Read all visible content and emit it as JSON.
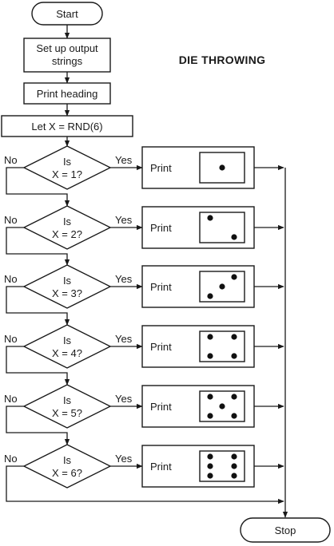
{
  "title": "DIE THROWING",
  "start": "Start",
  "stop": "Stop",
  "setup": [
    "Set up output",
    "strings"
  ],
  "heading": "Print heading",
  "let_x": "Let X = RND(6)",
  "no": "No",
  "yes": "Yes",
  "print": "Print",
  "decisions": [
    {
      "is": "Is",
      "cond": "X = 1?",
      "pips": 1
    },
    {
      "is": "Is",
      "cond": "X = 2?",
      "pips": 2
    },
    {
      "is": "Is",
      "cond": "X = 3?",
      "pips": 3
    },
    {
      "is": "Is",
      "cond": "X = 4?",
      "pips": 4
    },
    {
      "is": "Is",
      "cond": "X = 5?",
      "pips": 5
    },
    {
      "is": "Is",
      "cond": "X = 6?",
      "pips": 6
    }
  ]
}
